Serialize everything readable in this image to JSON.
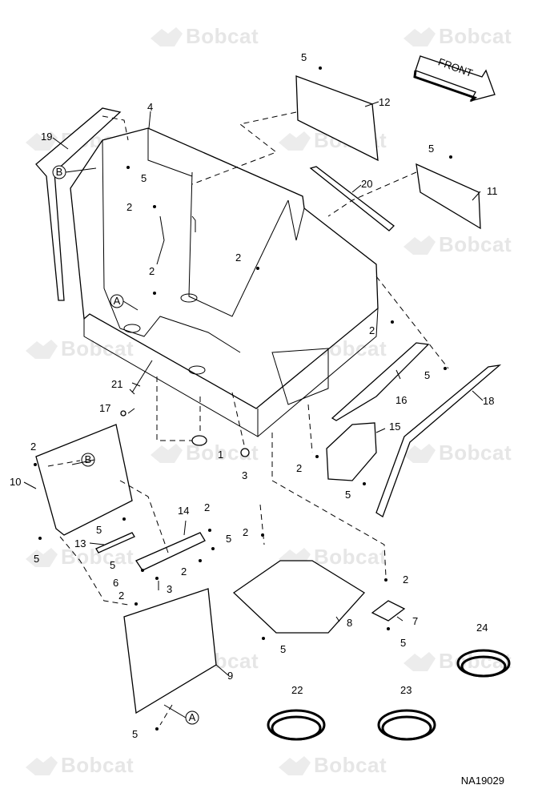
{
  "watermark": {
    "text": "Bobcat"
  },
  "drawing_id": "NA19029",
  "front_label": "FRONT",
  "callouts": [
    "A",
    "B"
  ],
  "part_numbers": [
    "1",
    "2",
    "3",
    "4",
    "5",
    "6",
    "7",
    "8",
    "9",
    "10",
    "11",
    "12",
    "13",
    "14",
    "15",
    "16",
    "17",
    "18",
    "19",
    "20",
    "21",
    "22",
    "23",
    "24"
  ]
}
